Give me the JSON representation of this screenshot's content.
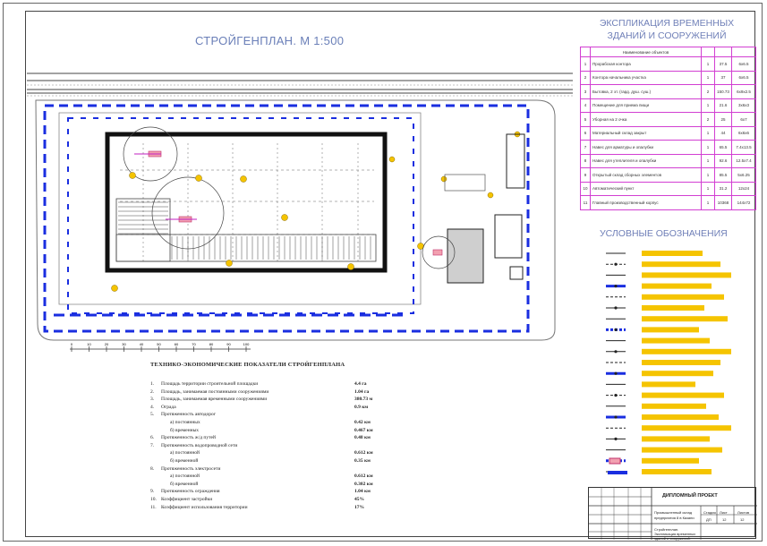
{
  "title": "СТРОЙГЕНПЛАН. М 1:500",
  "explication": {
    "title_line1": "ЭКСПЛИКАЦИЯ ВРЕМЕННЫХ",
    "title_line2": "ЗДАНИЙ И СООРУЖЕНИЙ",
    "header": "Наименование объектов",
    "rows": [
      {
        "n": "1",
        "name": "Прорабская контора",
        "qty": "1",
        "area": "37.5",
        "dim": "6x6.5"
      },
      {
        "n": "2",
        "name": "Контора начальника участка",
        "qty": "1",
        "area": "37",
        "dim": "6x6.5"
      },
      {
        "n": "3",
        "name": "Бытовка, 2 эт. (гард. душ. суш.)",
        "qty": "2",
        "area": "150.73",
        "dim": "6x9x2.5"
      },
      {
        "n": "4",
        "name": "Помещение для приема пищи",
        "qty": "1",
        "area": "21.6",
        "dim": "3x6x3"
      },
      {
        "n": "5",
        "name": "Уборная на 2 очка",
        "qty": "2",
        "area": "25",
        "dim": "6x7"
      },
      {
        "n": "6",
        "name": "Материальный склад закрыт",
        "qty": "1",
        "area": "44",
        "dim": "6x6x6"
      },
      {
        "n": "7",
        "name": "Навес для арматуры и опалубки",
        "qty": "1",
        "area": "65.5",
        "dim": "7.4x13.5"
      },
      {
        "n": "8",
        "name": "Навес для утеплителя и опалубки",
        "qty": "1",
        "area": "92.6",
        "dim": "12.5x7.4"
      },
      {
        "n": "9",
        "name": "Открытый склад сборных элементов",
        "qty": "1",
        "area": "85.5",
        "dim": "5x6.25"
      },
      {
        "n": "10",
        "name": "Автоматический пункт",
        "qty": "1",
        "area": "31.2",
        "dim": "12x24"
      },
      {
        "n": "11",
        "name": "Главный производственный корпус",
        "qty": "1",
        "area": "10368",
        "dim": "144x72"
      }
    ]
  },
  "legend": {
    "title": "УСЛОВНЫЕ ОБОЗНАЧЕНИЯ"
  },
  "tep": {
    "title": "ТЕХНИКО-ЭКОНОМИЧЕСКИЕ ПОКАЗАТЕЛИ СТРОЙГЕНПЛАНА",
    "rows": [
      {
        "num": "1.",
        "label": "Площадь территории строительной площадки",
        "value": "4.4 га",
        "sub": false
      },
      {
        "num": "2.",
        "label": "Площадь, занимаемая постоянными сооружениями",
        "value": "1.04 га",
        "sub": false
      },
      {
        "num": "3.",
        "label": "Площадь, занимаемая временными сооружениями",
        "value": "380.73 м",
        "sub": false
      },
      {
        "num": "4.",
        "label": "Ограда",
        "value": "0.9 км",
        "sub": false
      },
      {
        "num": "5.",
        "label": "Протяженность автодорог",
        "value": "",
        "sub": false
      },
      {
        "num": "",
        "label": "а) постоянных",
        "value": "0.42 км",
        "sub": true
      },
      {
        "num": "",
        "label": "б) временных",
        "value": "0.467 км",
        "sub": true
      },
      {
        "num": "6.",
        "label": "Протяженность ж/д путей",
        "value": "0.48 км",
        "sub": false
      },
      {
        "num": "7.",
        "label": "Протяженность водопроводной сети",
        "value": "",
        "sub": false
      },
      {
        "num": "",
        "label": "а) постоянной",
        "value": "0.612 км",
        "sub": true
      },
      {
        "num": "",
        "label": "б) временной",
        "value": "0.35 км",
        "sub": true
      },
      {
        "num": "8.",
        "label": "Протяженность электросети",
        "value": "",
        "sub": false
      },
      {
        "num": "",
        "label": "а) постоянной",
        "value": "0.612 км",
        "sub": true
      },
      {
        "num": "",
        "label": "б) временной",
        "value": "0.302 км",
        "sub": true
      },
      {
        "num": "9.",
        "label": "Протяженность ограждения",
        "value": "1.04 км",
        "sub": false
      },
      {
        "num": "10.",
        "label": "Коэффициент застройки",
        "value": "45%",
        "sub": false
      },
      {
        "num": "11.",
        "label": "Коэффициент использования территории",
        "value": "17%",
        "sub": false
      }
    ]
  },
  "stamp": {
    "project": "ДИПЛОМНЫЙ ПРОЕКТ",
    "text1": "Промышленный склад предприятия 8 в Казани",
    "text2": "Стройгенплан. Экспликация временных зданий и сооружений.",
    "col1": "Стадия",
    "col2": "Лист",
    "col3": "Листов",
    "val1": "ДП",
    "val2": "12",
    "val3": "12"
  },
  "scale_ticks": [
    "0",
    "10",
    "20",
    "30",
    "40",
    "50",
    "60",
    "70",
    "80",
    "90",
    "100"
  ],
  "colors": {
    "magenta": "#d23fd2",
    "road_blue": "#1a2ee0",
    "legend_yellow": "#f5c400",
    "building": "#111111",
    "title_blue": "#6a7fb8"
  }
}
